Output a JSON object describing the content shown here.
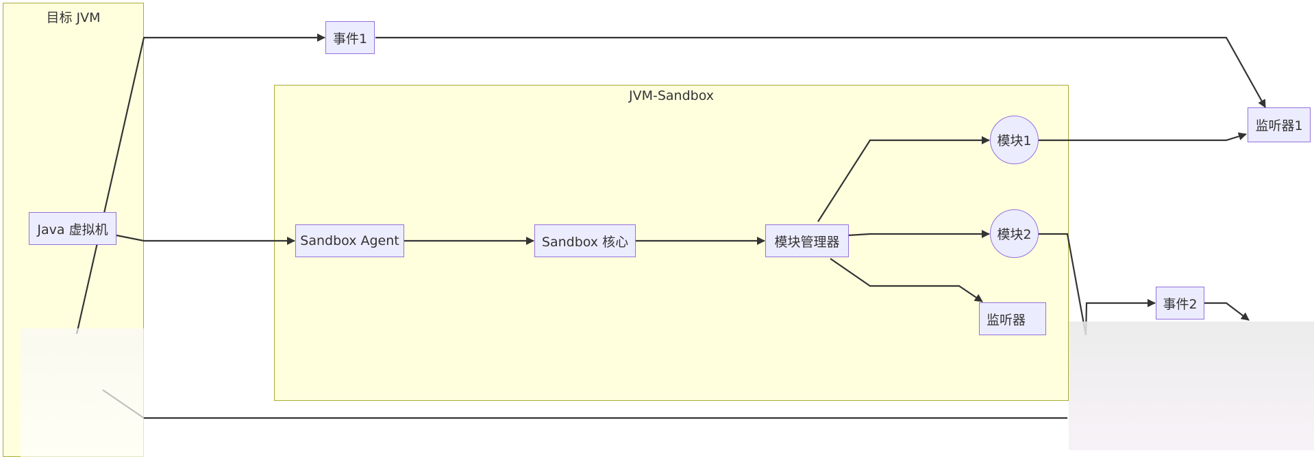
{
  "clusters": {
    "target_jvm": "目标 JVM",
    "jvm_sandbox": "JVM-Sandbox"
  },
  "nodes": {
    "java_vm": "Java 虚拟机",
    "sandbox_agent": "Sandbox Agent",
    "sandbox_core": "Sandbox 核心",
    "module_manager": "模块管理器",
    "module1": "模块1",
    "module2": "模块2",
    "listener_inner": "监听器",
    "event1": "事件1",
    "event2": "事件2",
    "listener1": "监听器1"
  },
  "colors": {
    "cluster_fill": "#ffffde",
    "cluster_border": "#aaaa33",
    "node_fill": "#ececff",
    "node_border": "#9370db",
    "edge": "#333333"
  }
}
